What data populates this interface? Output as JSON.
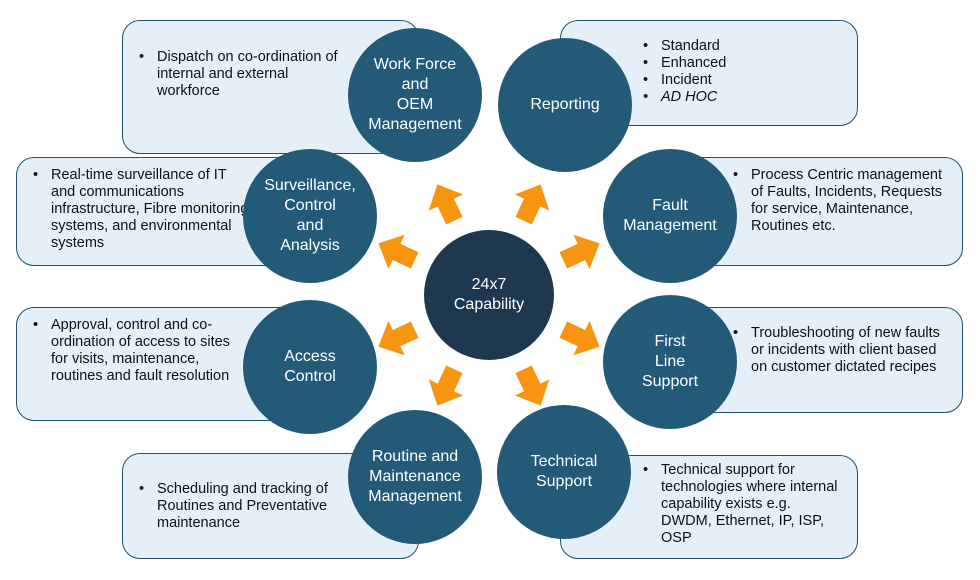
{
  "center": {
    "label": "24x7\nCapability"
  },
  "colors": {
    "node": "#235a78",
    "center": "#1e3850",
    "arrow": "#f79410",
    "box_fill": "#e5eff7",
    "box_border": "#22506b"
  },
  "nodes": [
    {
      "id": "work-force",
      "label": "Work Force\nand\nOEM\nManagement",
      "bullets": [
        "Dispatch on co-ordination of internal and external workforce"
      ]
    },
    {
      "id": "reporting",
      "label": "Reporting",
      "bullets": [
        "Standard",
        "Enhanced",
        "Incident",
        "AD HOC"
      ]
    },
    {
      "id": "surveillance",
      "label": "Surveillance,\nControl\nand\nAnalysis",
      "bullets": [
        "Real-time surveillance of IT and communications infrastructure, Fibre monitoring systems, and environmental systems"
      ]
    },
    {
      "id": "fault-management",
      "label": "Fault\nManagement",
      "bullets": [
        "Process Centric management of Faults, Incidents, Requests for service, Maintenance, Routines etc."
      ]
    },
    {
      "id": "access-control",
      "label": "Access\nControl",
      "bullets": [
        "Approval, control and co-ordination of access to sites for visits, maintenance, routines and fault resolution"
      ]
    },
    {
      "id": "first-line-support",
      "label": "First\nLine\nSupport",
      "bullets": [
        "Troubleshooting of new faults or incidents with client based on customer dictated recipes"
      ]
    },
    {
      "id": "routine-maintenance",
      "label": "Routine and\nMaintenance\nManagement",
      "bullets": [
        "Scheduling and tracking of Routines and Preventative maintenance"
      ]
    },
    {
      "id": "technical-support",
      "label": "Technical\nSupport",
      "bullets": [
        "Technical support for technologies where internal capability exists e.g. DWDM, Ethernet, IP, ISP, OSP"
      ]
    }
  ]
}
